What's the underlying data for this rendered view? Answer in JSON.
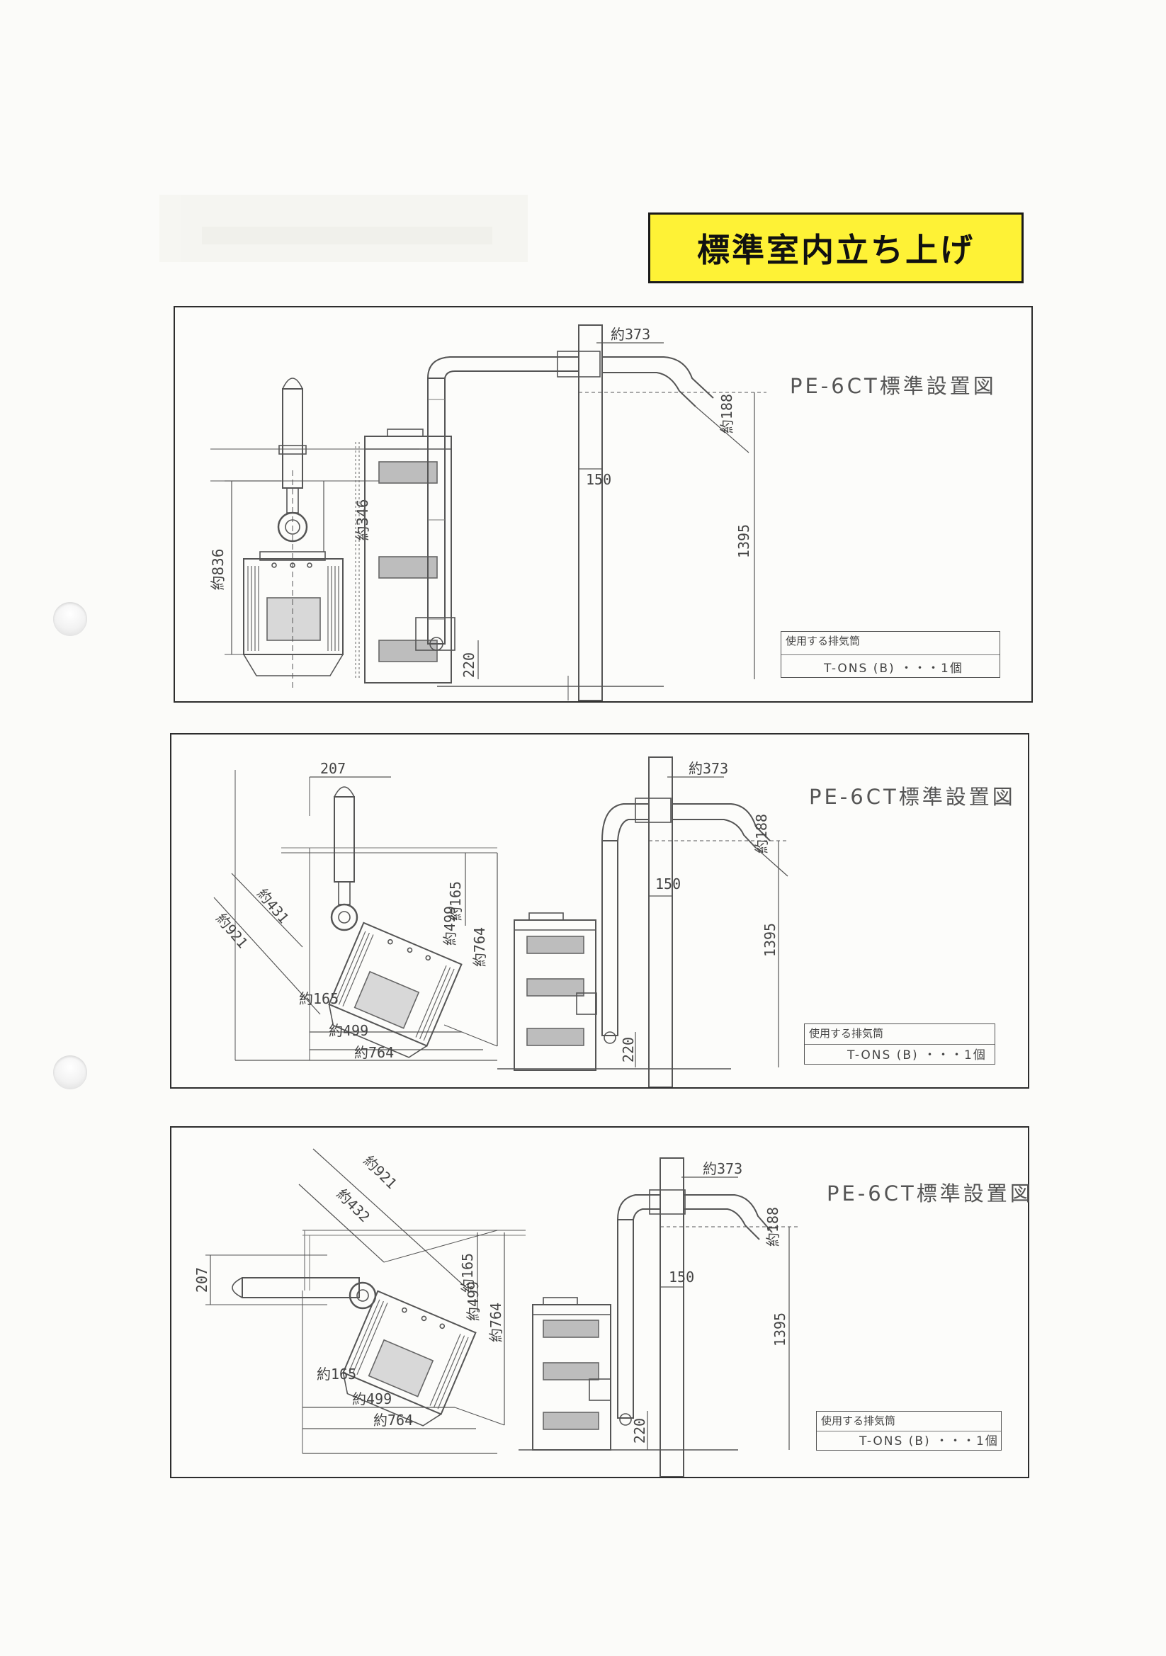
{
  "header": {
    "title": "標準室内立ち上げ"
  },
  "panels": [
    {
      "title": "PE-6CT標準設置図",
      "vent_label": "使用する排気筒",
      "vent_value": "T-ONS (B) ・・・1個"
    },
    {
      "title": "PE-6CT標準設置図",
      "vent_label": "使用する排気筒",
      "vent_value": "T-ONS (B) ・・・1個"
    },
    {
      "title": "PE-6CT標準設置図",
      "vent_label": "使用する排気筒",
      "vent_value": "T-ONS (B) ・・・1個"
    }
  ],
  "dimensions": {
    "p1": {
      "d373": "約373",
      "d188": "約188",
      "d150": "150",
      "d1395": "1395",
      "d220": "220",
      "d346": "約346",
      "d836": "約836"
    },
    "p2": {
      "d207": "207",
      "d373": "約373",
      "d188": "約188",
      "d150": "150",
      "d1395": "1395",
      "d220": "220",
      "d431": "約431",
      "d921": "約921",
      "d165": "約165",
      "d165b": "約165",
      "d499": "約499",
      "d499b": "約499",
      "d764": "約764",
      "d764b": "約764"
    },
    "p3": {
      "d921": "約921",
      "d432": "約432",
      "d207": "207",
      "d373": "約373",
      "d188": "約188",
      "d150": "150",
      "d1395": "1395",
      "d220": "220",
      "d165": "約165",
      "d165b": "約165",
      "d499": "約499",
      "d499b": "約499",
      "d764": "約764",
      "d764b": "約764"
    }
  }
}
